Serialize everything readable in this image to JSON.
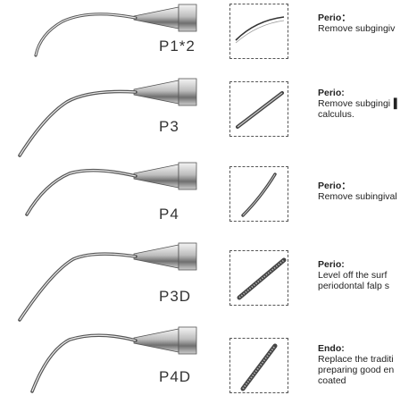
{
  "items": [
    {
      "code": "P1*2",
      "category": "Perio：",
      "lines": [
        "Remove subgingiv"
      ]
    },
    {
      "code": "P3",
      "category": "Perio:",
      "lines": [
        "Remove subgingi▐",
        "calculus."
      ]
    },
    {
      "code": "P4",
      "category": "Perio：",
      "lines": [
        "Remove subingival"
      ]
    },
    {
      "code": "P3D",
      "category": "Perio:",
      "lines": [
        "Level off the surf",
        "periodontal falp s"
      ]
    },
    {
      "code": "P4D",
      "category": "Endo:",
      "lines": [
        "Replace the traditi",
        "preparing good en",
        "coated"
      ]
    }
  ]
}
